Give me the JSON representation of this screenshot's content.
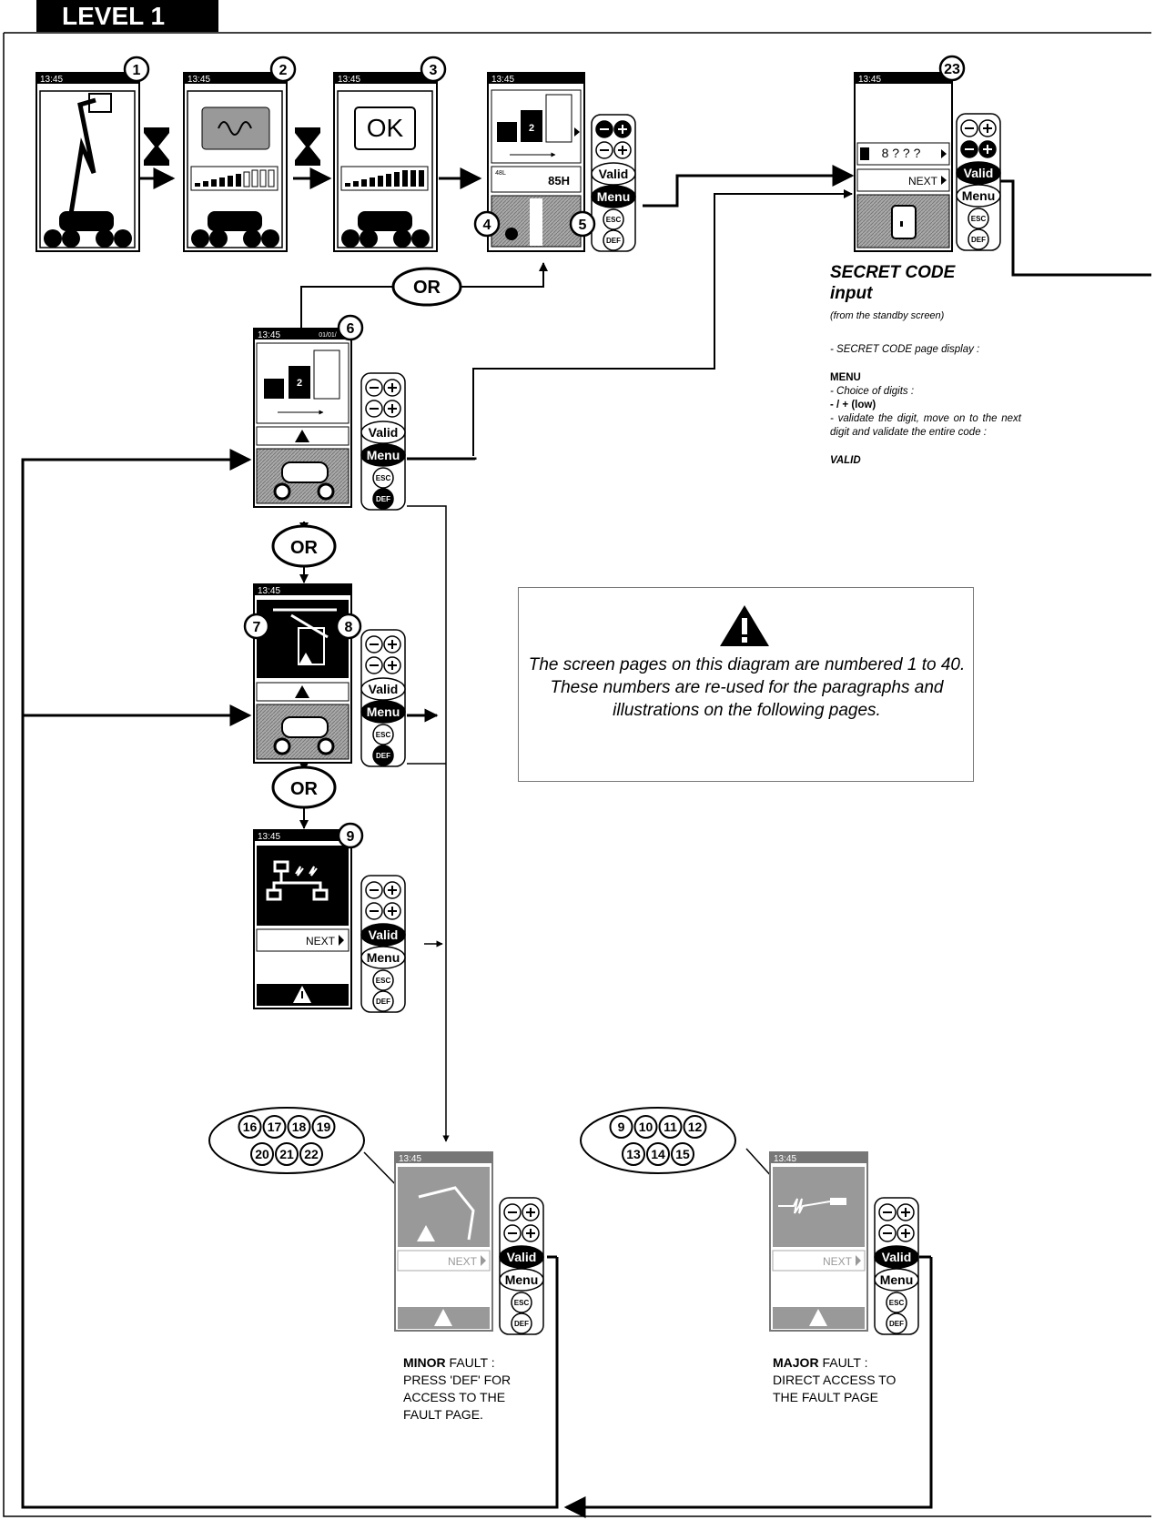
{
  "level_label": "LEVEL 1",
  "clock": "13:45",
  "date_fragment": "01/01/",
  "or_label": "OR",
  "screen_numbers": [
    "1",
    "2",
    "3",
    "4",
    "5",
    "6",
    "7",
    "8",
    "9",
    "23"
  ],
  "ok_label": "OK",
  "gear_value": "2",
  "hour_meter": "85H",
  "hour_prefix": "48L",
  "next_label": "NEXT",
  "code_prompt": "8 ? ? ?",
  "keypad": {
    "valid": "Valid",
    "menu": "Menu",
    "esc": "ESC",
    "def": "DEF"
  },
  "secret_code": {
    "title_line1": "SECRET CODE",
    "title_line2": "input",
    "subtitle": "(from the standby screen)",
    "instructions": [
      {
        "text": "- SECRET CODE page display :",
        "style": "italic"
      },
      {
        "text": "MENU",
        "style": "bold"
      },
      {
        "text": "- Choice of digits :",
        "style": "italic"
      },
      {
        "text": "- / + (low)",
        "style": "bold"
      },
      {
        "text": "- validate the digit, move on to the next digit and validate the entire code :",
        "style": "italic"
      },
      {
        "text": "VALID",
        "style": "bold-italic"
      }
    ]
  },
  "note": "The screen pages on this diagram are numbered 1 to 40. These numbers are re-used for the paragraphs and illustrations on the following pages.",
  "minor_fault": {
    "label_bold": "MINOR",
    "label_rest": " FAULT :",
    "lines": [
      "PRESS 'DEF' FOR",
      "ACCESS TO THE",
      "FAULT PAGE."
    ],
    "bubble_row1": [
      "16",
      "17",
      "18",
      "19"
    ],
    "bubble_row2": [
      "20",
      "21",
      "22"
    ]
  },
  "major_fault": {
    "label_bold": "MAJOR",
    "label_rest": " FAULT :",
    "lines": [
      "DIRECT ACCESS TO",
      "THE FAULT PAGE"
    ],
    "bubble_row1": [
      "9",
      "10",
      "11",
      "12"
    ],
    "bubble_row2": [
      "13",
      "14",
      "15"
    ]
  }
}
